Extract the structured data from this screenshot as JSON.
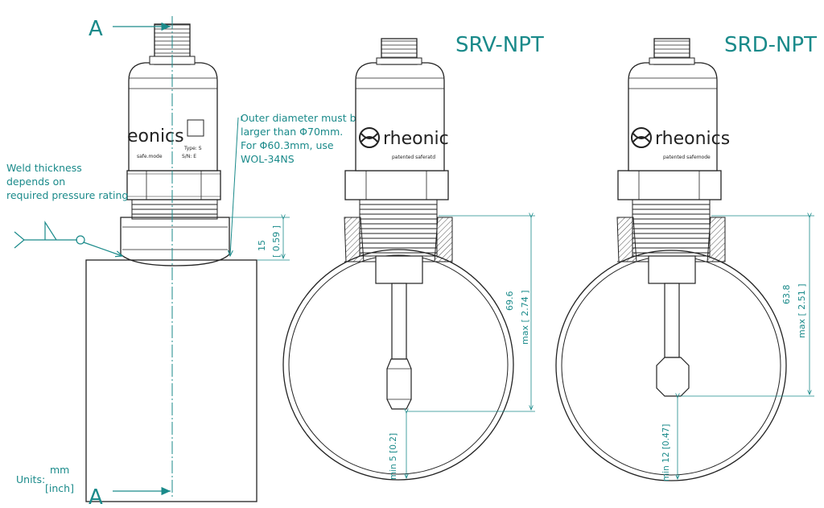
{
  "section": {
    "label": "A"
  },
  "views": {
    "left": {
      "brand": "eonics",
      "label_type": "Type: S",
      "label_sn": "S/N: E",
      "label_mode": "safe.mode",
      "weld_note": [
        "Weld thickness",
        "depends on",
        "required pressure rating"
      ],
      "diameter_note": [
        "Outer diameter must be",
        "larger than Φ70mm.",
        "For Φ60.3mm, use",
        "WOL-34NS"
      ],
      "dim_15": "15",
      "dim_15_in": "[ 0.59 ]"
    },
    "srv": {
      "title": "SRV-NPT",
      "brand": "rheonic",
      "small_text": "patented   saferatd",
      "dim_max": "69.6",
      "dim_max_line2": "max  [ 2.74 ]",
      "dim_min": "min 5 [0.2]"
    },
    "srd": {
      "title": "SRD-NPT",
      "brand": "rheonics",
      "small_text": "patented   safemode",
      "dim_max": "63.8",
      "dim_max_line2": "max  [ 2.51 ]",
      "dim_min": "min 12 [0.47]"
    }
  },
  "units": {
    "label": "Units:",
    "mm": "mm",
    "inch": "[inch]"
  },
  "colors": {
    "dimension": "#1a8a8a",
    "outline": "#222222"
  }
}
